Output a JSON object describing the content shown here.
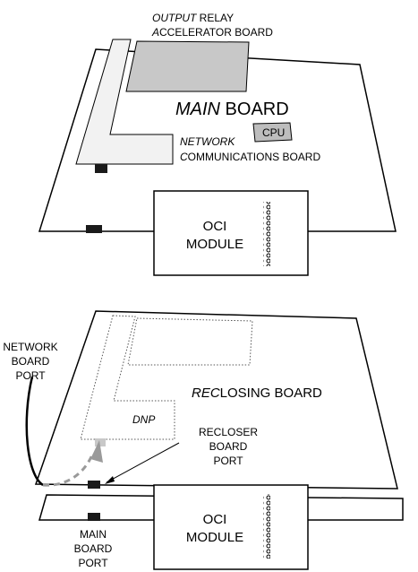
{
  "top_diagram": {
    "output_relay_line1_italic": "OUTPUT",
    "output_relay_line1_rest": " RELAY",
    "output_relay_line2_italic": "A",
    "output_relay_line2_rest": "CCELERATOR BOARD",
    "main_board_italic": "MAIN",
    "main_board_rest": " BOARD",
    "cpu_label": "CPU",
    "network_line1": "NETWORK",
    "network_line2_italic": "C",
    "network_line2_rest": "OMMUNICATIONS BOARD",
    "oci_line1": "OCI",
    "oci_line2": "MODULE"
  },
  "bottom_diagram": {
    "network_port_line1": "NETWORK",
    "network_port_line2": "BOARD",
    "network_port_line3": "PORT",
    "reclosing_italic": "REC",
    "reclosing_rest": "LOSING BOARD",
    "dnp_label": "DNP",
    "recloser_port_line1": "RECLOSER",
    "recloser_port_line2": "BOARD",
    "recloser_port_line3": "PORT",
    "oci_line1": "OCI",
    "oci_line2": "MODULE",
    "main_port_line1": "MAIN",
    "main_port_line2": "BOARD",
    "main_port_line3": "PORT"
  },
  "colors": {
    "board_fill": "#ffffff",
    "relay_board_fill": "#c8c8c8",
    "network_board_fill": "#f2f2f2",
    "cpu_fill": "#bdbdbd",
    "connector_fill": "#1a1a1a",
    "dashed_arrow": "#9a9a9a"
  }
}
